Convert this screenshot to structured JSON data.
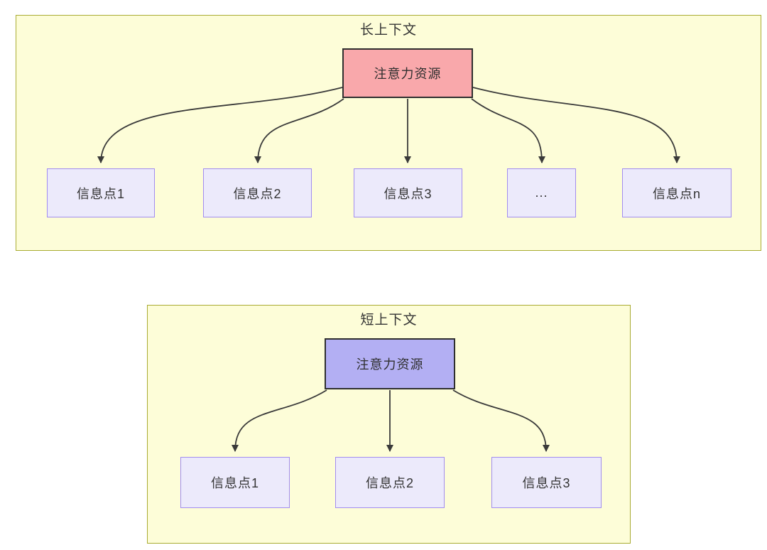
{
  "colors": {
    "page_bg": "#ffffff",
    "panel_bg": "#fdfdd8",
    "panel_border": "#a9ab32",
    "hub_long_bg": "#f9a8ab",
    "hub_short_bg": "#b3aff3",
    "hub_border": "#2f2f2f",
    "node_bg": "#eceafb",
    "node_border": "#a18cf0",
    "arrow": "#3a3a3a",
    "text": "#333333"
  },
  "panels": {
    "long": {
      "title": "长上下文",
      "hub_label": "注意力资源",
      "nodes": [
        {
          "label": "信息点1"
        },
        {
          "label": "信息点2"
        },
        {
          "label": "信息点3"
        },
        {
          "label": "..."
        },
        {
          "label": "信息点n"
        }
      ]
    },
    "short": {
      "title": "短上下文",
      "hub_label": "注意力资源",
      "nodes": [
        {
          "label": "信息点1"
        },
        {
          "label": "信息点2"
        },
        {
          "label": "信息点3"
        }
      ]
    }
  }
}
